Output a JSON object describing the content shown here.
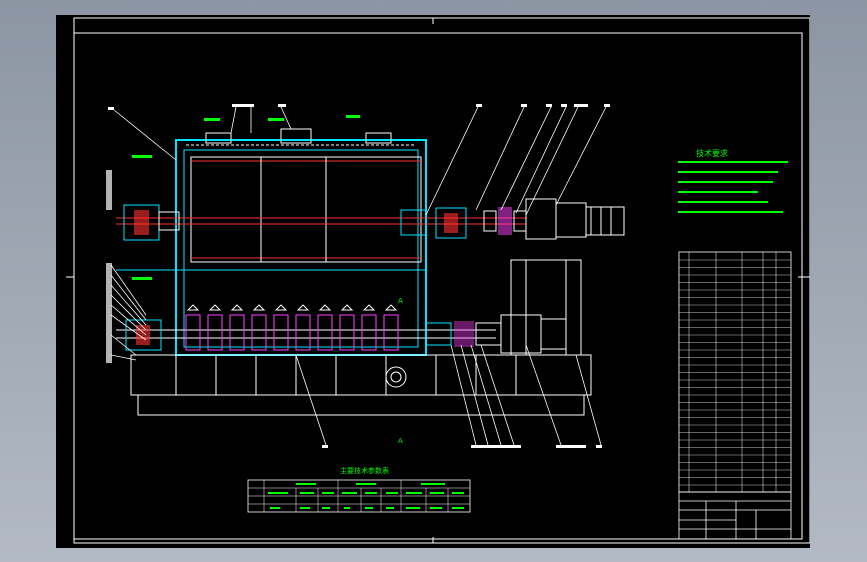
{
  "drawing": {
    "background_color": "#000000",
    "line_colors": {
      "white": "#ffffff",
      "cyan": "#00e5ff",
      "green": "#00ff00",
      "red": "#ff3030",
      "magenta": "#ff40ff",
      "yellow": "#ffff00"
    },
    "technical_requirements_title": "技术要求",
    "process_table_title": "主要技术参数表",
    "section_mark_top": "A",
    "section_mark_bottom": "A"
  }
}
